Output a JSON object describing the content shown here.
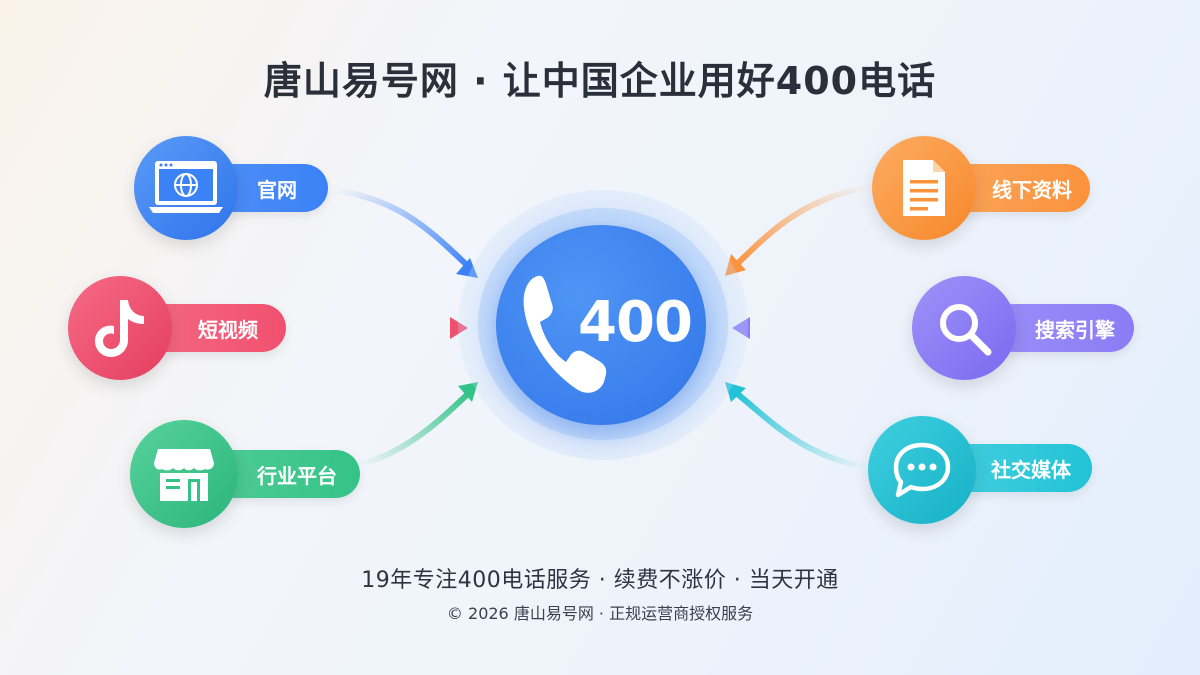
{
  "title": "唐山易号网 · 让中国企业用好400电话",
  "hub": {
    "number": "400",
    "icon": "phone-icon",
    "color": "#3d82ee"
  },
  "channels": {
    "website": {
      "label": "官网",
      "icon": "website-globe-icon",
      "color": "#3b82f6"
    },
    "short_video": {
      "label": "短视频",
      "icon": "tiktok-icon",
      "color": "#f0506e"
    },
    "industry_platform": {
      "label": "行业平台",
      "icon": "storefront-icon",
      "color": "#34c387"
    },
    "offline_materials": {
      "label": "线下资料",
      "icon": "document-icon",
      "color": "#fb923c"
    },
    "search_engine": {
      "label": "搜索引擎",
      "icon": "search-icon",
      "color": "#8b7cf6"
    },
    "social_media": {
      "label": "社交媒体",
      "icon": "chat-bubble-icon",
      "color": "#22c3d6"
    }
  },
  "footer": {
    "tagline": "19年专注400电话服务 · 续费不涨价 · 当天开通",
    "copyright": "© 2026 唐山易号网 · 正规运营商授权服务"
  }
}
